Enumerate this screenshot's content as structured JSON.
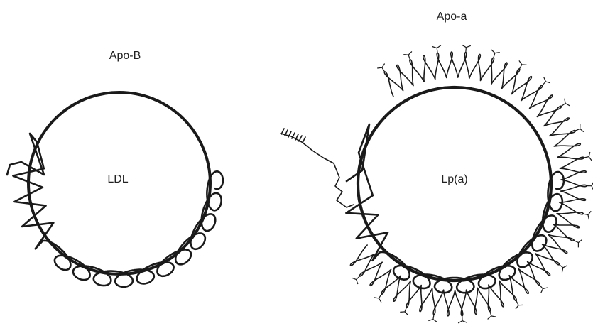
{
  "labels": {
    "ldl_protein": "Apo-B",
    "ldl_particle": "LDL",
    "lpa_protein": "Apo-a",
    "lpa_particle": "Lp(a)"
  },
  "colors": {
    "stroke": "#1a1a1a",
    "background": "#ffffff",
    "text": "#222222"
  },
  "icons": {
    "ldl": [
      "lipid-core-circle-icon",
      "apo-b-strand-icon"
    ],
    "lpa": [
      "lipid-core-circle-icon",
      "apo-b-strand-icon",
      "apo-a-kringle-strand-icon"
    ]
  }
}
